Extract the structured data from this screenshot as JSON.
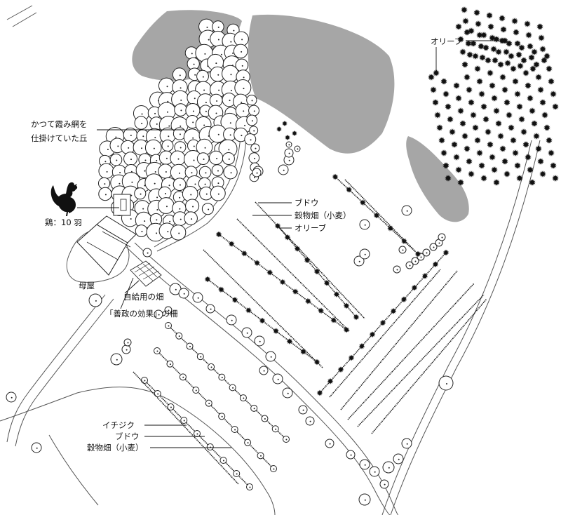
{
  "labels": {
    "hill_line1": "かつて霞み網を",
    "hill_line2": "仕掛けていた丘",
    "chickens": "鶏：10 羽",
    "main_house": "母屋",
    "home_garden": "自給用の畑",
    "fence": "「善政の効果」の柵",
    "olive_top": "オリーブ",
    "grape_mid": "ブドウ",
    "wheat_mid": "穀物畑（小麦）",
    "olive_mid": "オリーブ",
    "fig_low": "イチジク",
    "grape_low": "ブドウ",
    "wheat_low": "穀物畑（小麦）"
  },
  "icons": {
    "rooster": "rooster-icon",
    "broadleaf_tree": "broadleaf-tree-icon",
    "olive_tree": "olive-tree-icon",
    "vine_row": "vine-row-icon"
  },
  "colors": {
    "water": "#a6a6a6",
    "line": "#222222",
    "background": "#ffffff"
  }
}
